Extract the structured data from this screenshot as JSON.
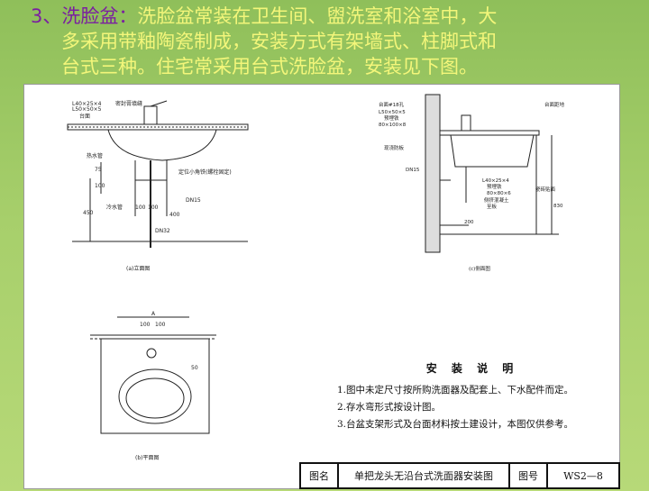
{
  "header": {
    "number": "3、",
    "title": "洗脸盆：",
    "body_line1": "洗脸盆常装在卫生间、盥洗室和浴室中，大",
    "body_line2": "多采用带釉陶瓷制成，安装方式有架墙式、柱脚式和",
    "body_line3": "台式三种。住宅常采用台式洗脸盆，安装见下图。"
  },
  "drawing": {
    "elevation": {
      "callout1": "L40×25×4",
      "callout2": "L50×50×5",
      "callout3": "台面",
      "callout4": "密封膏填缝",
      "callout5": "热水管",
      "callout6": "定位小角铁(螺栓固定)",
      "callout7": "冷水管",
      "callout8": "DN15",
      "callout9": "DN32",
      "dim1": "100",
      "dim2": "100",
      "dim3": "400",
      "dim4": "450",
      "dim5": "100",
      "dim6": "75",
      "caption": "(a)立面图"
    },
    "side": {
      "callout1": "台面#18孔",
      "callout2": "L50×50×5",
      "callout3": "预埋铁",
      "callout4": "80×100×8",
      "callout5": "现浇防板",
      "callout6": "DN15",
      "callout7": "L40×25×4",
      "callout8": "预埋铁",
      "callout9": "80×80×6",
      "callout10": "侧挤混凝土",
      "callout11": "至板",
      "callout12": "瓷砖贴面",
      "callout13": "台面距地",
      "dim1": "200",
      "dim2": "830",
      "caption": "(c)侧面图"
    },
    "plan": {
      "dim_a": "A",
      "dim1": "100",
      "dim2": "100",
      "dim3": "50",
      "caption": "(b)平面图"
    }
  },
  "notes": {
    "title": "安 装 说 明",
    "items": [
      "1.图中未定尺寸按所购洗面器及配套上、下水配件而定。",
      "2.存水弯形式按设计图。",
      "3.台盆支架形式及台面材料按土建设计，本图仅供参考。"
    ]
  },
  "title_block": {
    "label_name": "图名",
    "drawing_name": "单把龙头无沿台式洗面器安装图",
    "label_number": "图号",
    "drawing_number": "WS2—8"
  }
}
